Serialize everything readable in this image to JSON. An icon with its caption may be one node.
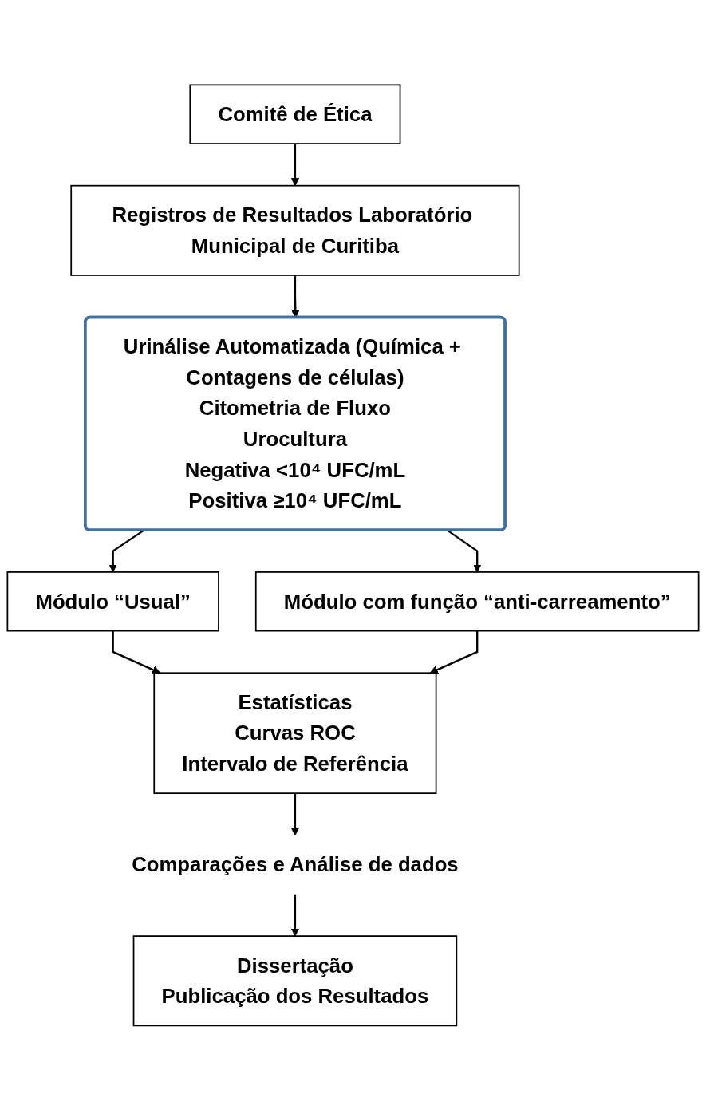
{
  "diagram": {
    "nodes": [
      {
        "text": [
          "Comitê de Ética"
        ]
      },
      {
        "text": [
          "Registros de Resultados Laboratório Municipal de Curitiba"
        ]
      },
      {
        "text": [
          "Urinálise Automatizada (Química + Contagens de células)",
          "Citometria de Fluxo",
          "Urocultura",
          "Negativa <10⁴ UFC/mL",
          "Positiva ≥10⁴ UFC/mL"
        ]
      },
      {
        "text": [
          "Módulo “Usual”"
        ]
      },
      {
        "text": [
          "Módulo com função “anti-carreamento”"
        ]
      },
      {
        "text": [
          "Estatísticas",
          "Curvas ROC",
          "Intervalo de Referência"
        ]
      },
      {
        "text": [
          "Comparações e Análise de dados"
        ]
      },
      {
        "text": [
          "Dissertação",
          "Publicação dos Resultados"
        ]
      }
    ],
    "edges": [
      {
        "from": 0,
        "to": 1,
        "arrow": "to"
      },
      {
        "from": 1,
        "to": 2,
        "arrow": "to"
      },
      {
        "from": 2,
        "to": 3,
        "arrow": "to"
      },
      {
        "from": 2,
        "to": 4,
        "arrow": "to"
      },
      {
        "from": 3,
        "to": 5,
        "arrow": "to"
      },
      {
        "from": 4,
        "to": 5,
        "arrow": "to"
      },
      {
        "from": 5,
        "to": 6,
        "arrow": "to"
      },
      {
        "from": 6,
        "to": 7,
        "arrow": "to"
      }
    ]
  }
}
